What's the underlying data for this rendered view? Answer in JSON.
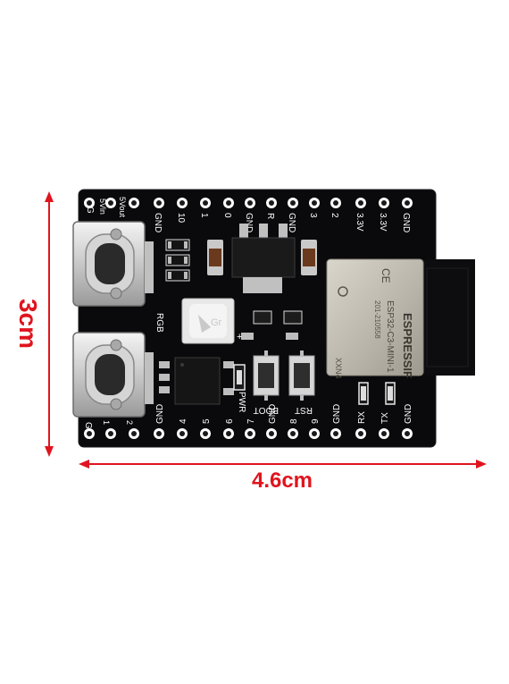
{
  "dimensions": {
    "height": "3cm",
    "width": "4.6cm",
    "color": "#e0141e"
  },
  "board": {
    "color": "#0a0a0c",
    "pins_top": [
      "GND",
      "10",
      "1",
      "0",
      "GND",
      "R",
      "GND",
      "3",
      "2",
      "3.3V",
      "3.3V",
      "GND"
    ],
    "pins_bottom": [
      "GND",
      "4",
      "5",
      "6",
      "7",
      "GND",
      "8",
      "9",
      "GND",
      "RX",
      "TX",
      "GND"
    ],
    "corner_labels": {
      "top_left_g": "G",
      "vin": "5Vin",
      "vout": "5Vout",
      "bottom_left_g": "G",
      "bottom_1": "1",
      "bottom_2": "2"
    },
    "rgb_label": "RGB",
    "pwr_label": "PWR",
    "boot_label": "BOOT",
    "rst_label": "RST",
    "rgb_led_text": "Gr",
    "rx_marker": "RX+",
    "tx_marker": "TX+"
  },
  "module": {
    "line1": "ESPRESSIF",
    "line2": "ESP32-C3-MINI-1",
    "line3": "201-210558",
    "marking": "XXN4",
    "ce_mark": "CE"
  }
}
